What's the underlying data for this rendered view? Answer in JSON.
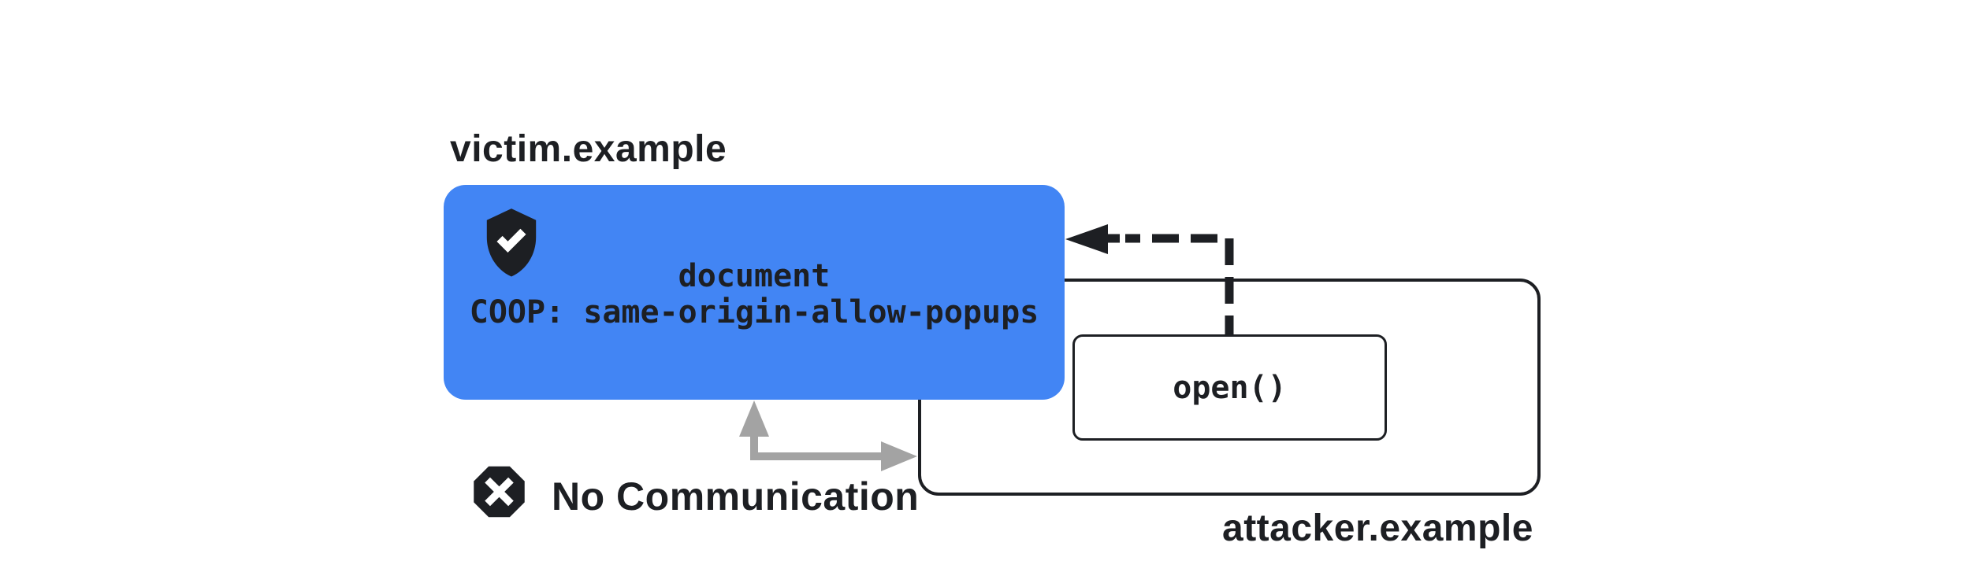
{
  "colors": {
    "victim_blue": "#4285F4",
    "ink": "#1d1f23",
    "arrow_gray": "#a3a3a3",
    "background": "#ffffff"
  },
  "victim": {
    "label": "victim.example",
    "document_label": "document",
    "coop_header": "COOP: same-origin-allow-popups"
  },
  "attacker": {
    "label": "attacker.example",
    "open_call": "open()"
  },
  "no_communication": {
    "label": "No Communication"
  },
  "icons": {
    "shield_check": "shield-with-checkmark",
    "blocked": "octagon-with-x"
  }
}
